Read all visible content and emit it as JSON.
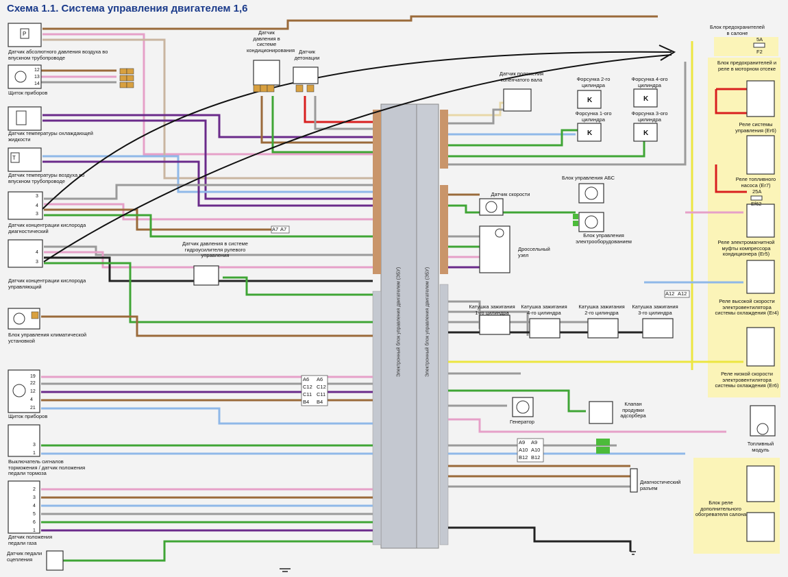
{
  "title": "Схема 1.1. Система управления двигателем 1,6",
  "ecu_label": "Электронный блок управления двигателем (ЭБУ)",
  "left_components": [
    {
      "id": "map",
      "label": "Датчик абсолютного давления воздуха во впускном трубопроводе"
    },
    {
      "id": "dash1",
      "label": "Щиток приборов"
    },
    {
      "id": "ect",
      "label": "Датчик температуры охлаждающей жидкости"
    },
    {
      "id": "iat",
      "label": "Датчик температуры воздуха во впускном трубопроводе"
    },
    {
      "id": "o2diag",
      "label": "Датчик концентрации кислорода диагностический"
    },
    {
      "id": "o2ctrl",
      "label": "Датчик концентрации кислорода управляющий"
    },
    {
      "id": "climate",
      "label": "Блок управления климатической установкой"
    },
    {
      "id": "dash2",
      "label": "Щиток приборов"
    },
    {
      "id": "brake",
      "label": "Выключатель сигналов торможения / датчик положения педали тормоза"
    },
    {
      "id": "pedal",
      "label": "Датчик положения педали газа"
    },
    {
      "id": "clutch",
      "label": "Датчик педали сцепления"
    }
  ],
  "top_components": [
    {
      "id": "ac_press",
      "label": "Датчик давления в системе кондиционирования"
    },
    {
      "id": "knock",
      "label": "Датчик детонации"
    },
    {
      "id": "ckp",
      "label": "Датчик положения коленчатого вала"
    },
    {
      "id": "ps_press",
      "label": "Датчик давления в системе гидроусилителя рулевого управления"
    }
  ],
  "injectors": [
    {
      "label": "Форсунка 2-го цилиндра"
    },
    {
      "label": "Форсунка 4-ого цилиндра"
    },
    {
      "label": "Форсунка 1-ого цилиндра"
    },
    {
      "label": "Форсунка 3-ого цилиндра"
    }
  ],
  "middle_components": [
    {
      "id": "abs",
      "label": "Блок управления АБС"
    },
    {
      "id": "vss",
      "label": "Датчик скорости"
    },
    {
      "id": "bcm",
      "label": "Блок управления электрооборудованием"
    },
    {
      "id": "throttle",
      "label": "Дроссельный узел"
    },
    {
      "id": "alt",
      "label": "Генератор"
    },
    {
      "id": "purge",
      "label": "Клапан продувки адсорбера"
    },
    {
      "id": "diag",
      "label": "Диагностический разъем"
    }
  ],
  "coils": [
    {
      "label": "Катушка зажигания 1-го цилиндра"
    },
    {
      "label": "Катушка зажигания 4-го цилиндра"
    },
    {
      "label": "Катушка зажигания 2-го цилиндра"
    },
    {
      "label": "Катушка зажигания 3-го цилиндра"
    }
  ],
  "right_components": [
    {
      "id": "fuse_cabin",
      "label": "Блок предохранителей в салоне"
    },
    {
      "id": "fuse_engine",
      "label": "Блок предохранителей и реле в моторном отсеке"
    },
    {
      "id": "relay_ctrl",
      "label": "Реле системы управления (Er6)"
    },
    {
      "id": "relay_fuel",
      "label": "Реле топливного насоса (Er7)"
    },
    {
      "id": "relay_ac",
      "label": "Реле электромагнитной муфты компрессора кондиционера (Er5)"
    },
    {
      "id": "relay_fan_hi",
      "label": "Реле высокой скорости электровентилятора системы охлаждения (Er4)"
    },
    {
      "id": "relay_fan_lo",
      "label": "Реле низкой скорости электровентилятора системы охлаждения (Er6)"
    },
    {
      "id": "fuel_module",
      "label": "Топливный модуль"
    },
    {
      "id": "heater",
      "label": "Блок реле дополнительного обогревателя салона"
    }
  ],
  "fuses": {
    "f2_rating": "5A",
    "f2_name": "F2",
    "ef62_rating": "25A",
    "ef62_name": "Ef62"
  },
  "connector_codes": {
    "a7": "A7",
    "a7b": "A7",
    "a12": "A12",
    "a12b": "A12",
    "a6": "A6",
    "a6b": "A6",
    "c12": "C12",
    "c12b": "C12",
    "c11": "C11",
    "c11b": "C11",
    "b4": "B4",
    "b4b": "B4",
    "a9": "A9",
    "a9b": "A9",
    "a10": "A10",
    "a10b": "A10",
    "b12": "B12",
    "b12b": "B12"
  },
  "colors": {
    "brown": "#9a6a3a",
    "green": "#3fa535",
    "purple": "#6a2a8a",
    "red": "#d81f1f",
    "yellow": "#ece640",
    "blue": "#8fb8e8",
    "pink": "#e6a0c8",
    "grey": "#9a9a9a",
    "black": "#222222",
    "orange": "#d88a2a",
    "tan": "#e8d8a8",
    "ecu_gray": "#c4c8d0"
  }
}
